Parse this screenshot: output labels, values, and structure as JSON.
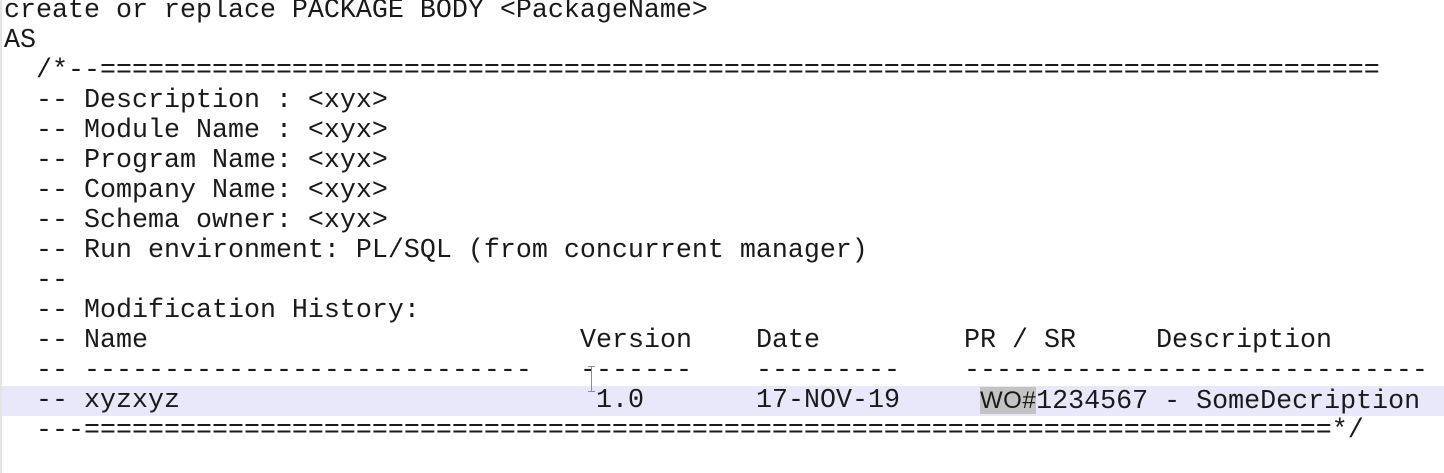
{
  "editor": {
    "language": "PL/SQL",
    "current_line_index": 13,
    "colors": {
      "background": "#ffffff",
      "text": "#1a1a1a",
      "current_line": "#e8e8fa",
      "selection": "#c3c3c3",
      "gutter_border": "#e4e4e4"
    },
    "selected_text": "WO#",
    "lines": {
      "l0": "create or replace PACKAGE BODY <PackageName>",
      "l1": "AS",
      "l2": "  /*--================================================================================",
      "l3": "  -- Description : <xyx>",
      "l4": "  -- Module Name : <xyx>",
      "l5": "  -- Program Name: <xyx>",
      "l6": "  -- Company Name: <xyx>",
      "l7": "  -- Schema owner: <xyx>",
      "l8": "  -- Run environment: PL/SQL (from concurrent manager)",
      "l9": "  --",
      "l10": "  -- Modification History:",
      "l14": "  ---==============================================================================*/"
    },
    "history_table": {
      "headers": {
        "name": "-- Name",
        "version": "Version",
        "date": "Date",
        "pr_sr": "PR / SR",
        "description": "Description"
      },
      "separators": {
        "name": "-- ----------------------------",
        "version": "-------",
        "date": "---------",
        "description": "-----------------------------"
      },
      "rows": [
        {
          "name": "-- xyzxyz",
          "version": "1.0",
          "date": "17-NOV-19",
          "ref_selected": "WO#",
          "ref_rest": "1234567 - SomeDecription"
        }
      ]
    }
  }
}
